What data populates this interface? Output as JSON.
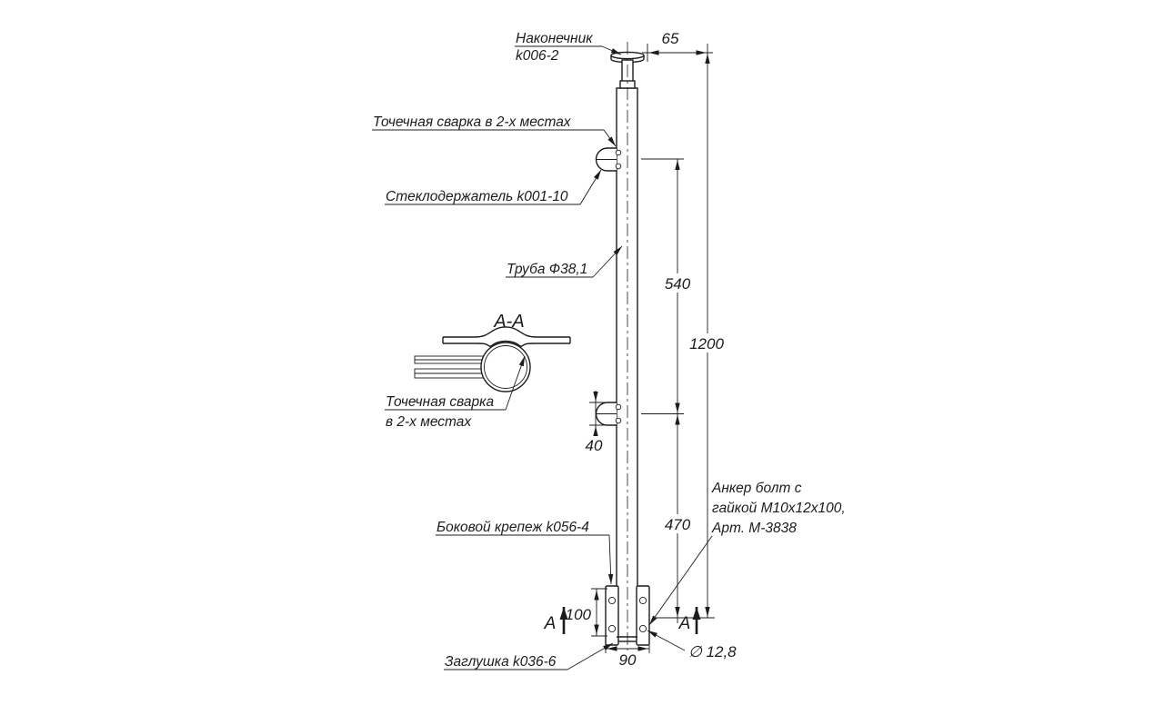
{
  "colors": {
    "ink": "#1c1c1c",
    "background": "#ffffff"
  },
  "labels": {
    "tip_line1": "Наконечник",
    "tip_line2": "k006-2",
    "spot_weld_top": "Точечная сварка в 2-х местах",
    "glass_holder": "Стеклодержатель k001-10",
    "pipe": "Труба Ф38,1",
    "spot_weld_section_line1": "Точечная сварка",
    "spot_weld_section_line2": "в 2-х местах",
    "anchor_line1": "Анкер болт с",
    "anchor_line2": "гайкой М10х12х100,",
    "anchor_line3": "Арт. М-3838",
    "side_mount": "Боковой крепеж k056-4",
    "plug": "Заглушка k036-6"
  },
  "dimensions": {
    "d65": "65",
    "d540": "540",
    "d1200": "1200",
    "d40": "40",
    "d470": "470",
    "d100": "100",
    "d90": "90",
    "hole_dia": "∅ 12,8"
  },
  "section": {
    "title": "А-А",
    "marker": "А"
  }
}
